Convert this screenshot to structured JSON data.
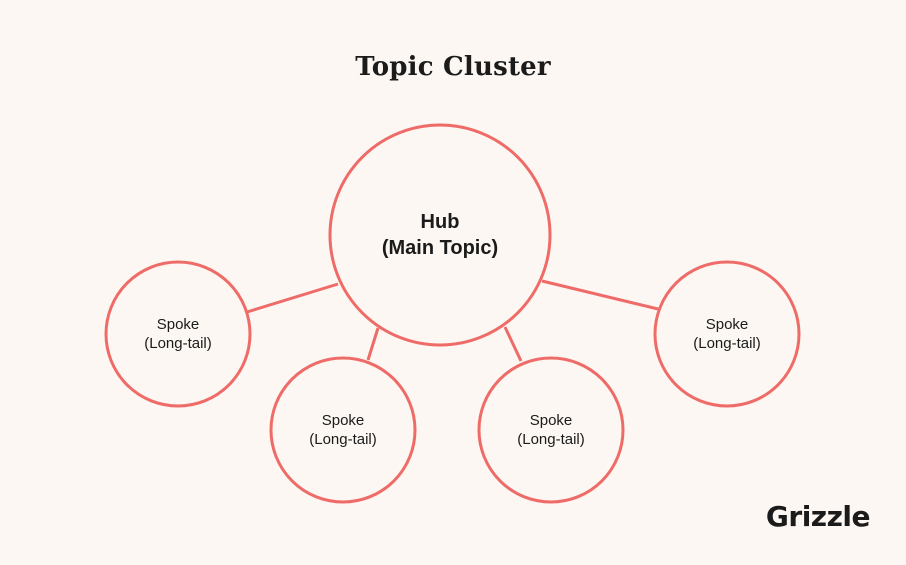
{
  "title": "Topic Cluster",
  "hub": {
    "line1": "Hub",
    "line2": "(Main Topic)"
  },
  "spokes": [
    {
      "line1": "Spoke",
      "line2": "(Long-tail)"
    },
    {
      "line1": "Spoke",
      "line2": "(Long-tail)"
    },
    {
      "line1": "Spoke",
      "line2": "(Long-tail)"
    },
    {
      "line1": "Spoke",
      "line2": "(Long-tail)"
    }
  ],
  "brand": "Grizzle",
  "colors": {
    "background": "#fcf7f2",
    "stroke": "#ef6b68",
    "text": "#1b1b1b"
  }
}
